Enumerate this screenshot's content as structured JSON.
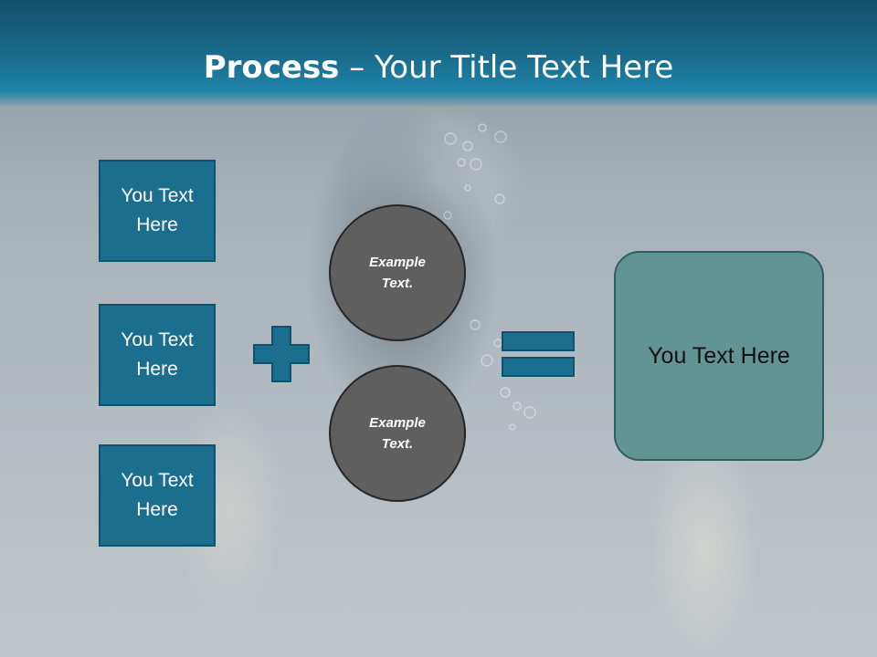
{
  "slide": {
    "title_bold": "Process",
    "title_rest": " – Your Title Text Here"
  },
  "left_boxes": [
    {
      "label": "You Text\nHere"
    },
    {
      "label": "You Text\nHere"
    },
    {
      "label": "You Text\nHere"
    }
  ],
  "circles": [
    {
      "label": "Example\nText."
    },
    {
      "label": "Example\nText."
    }
  ],
  "result_box": {
    "label": "You Text Here"
  },
  "colors": {
    "header": "#1a6d8e",
    "box_fill": "#1b6e8e",
    "circle_fill": "#5f5f5f",
    "result_fill": "#629493"
  },
  "icons": {
    "operator_plus": "plus-icon",
    "operator_equals": "equals-icon"
  }
}
